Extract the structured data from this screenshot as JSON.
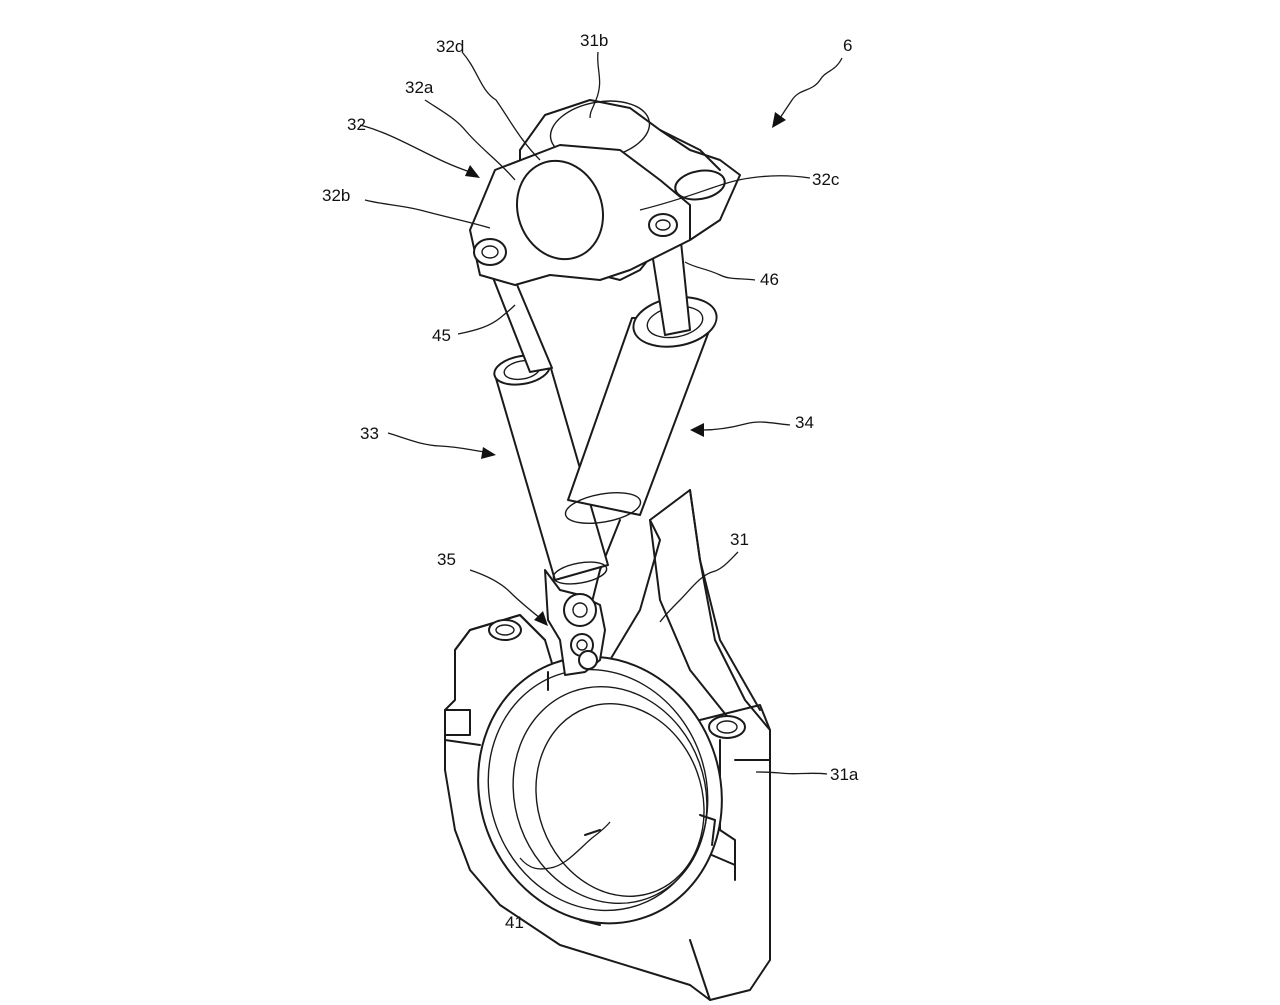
{
  "labels": {
    "l6": "6",
    "l31b": "31b",
    "l32d": "32d",
    "l32a": "32a",
    "l32": "32",
    "l32b": "32b",
    "l32c": "32c",
    "l46": "46",
    "l45": "45",
    "l33": "33",
    "l34": "34",
    "l31": "31",
    "l35": "35",
    "l31a": "31a",
    "l41": "41"
  }
}
